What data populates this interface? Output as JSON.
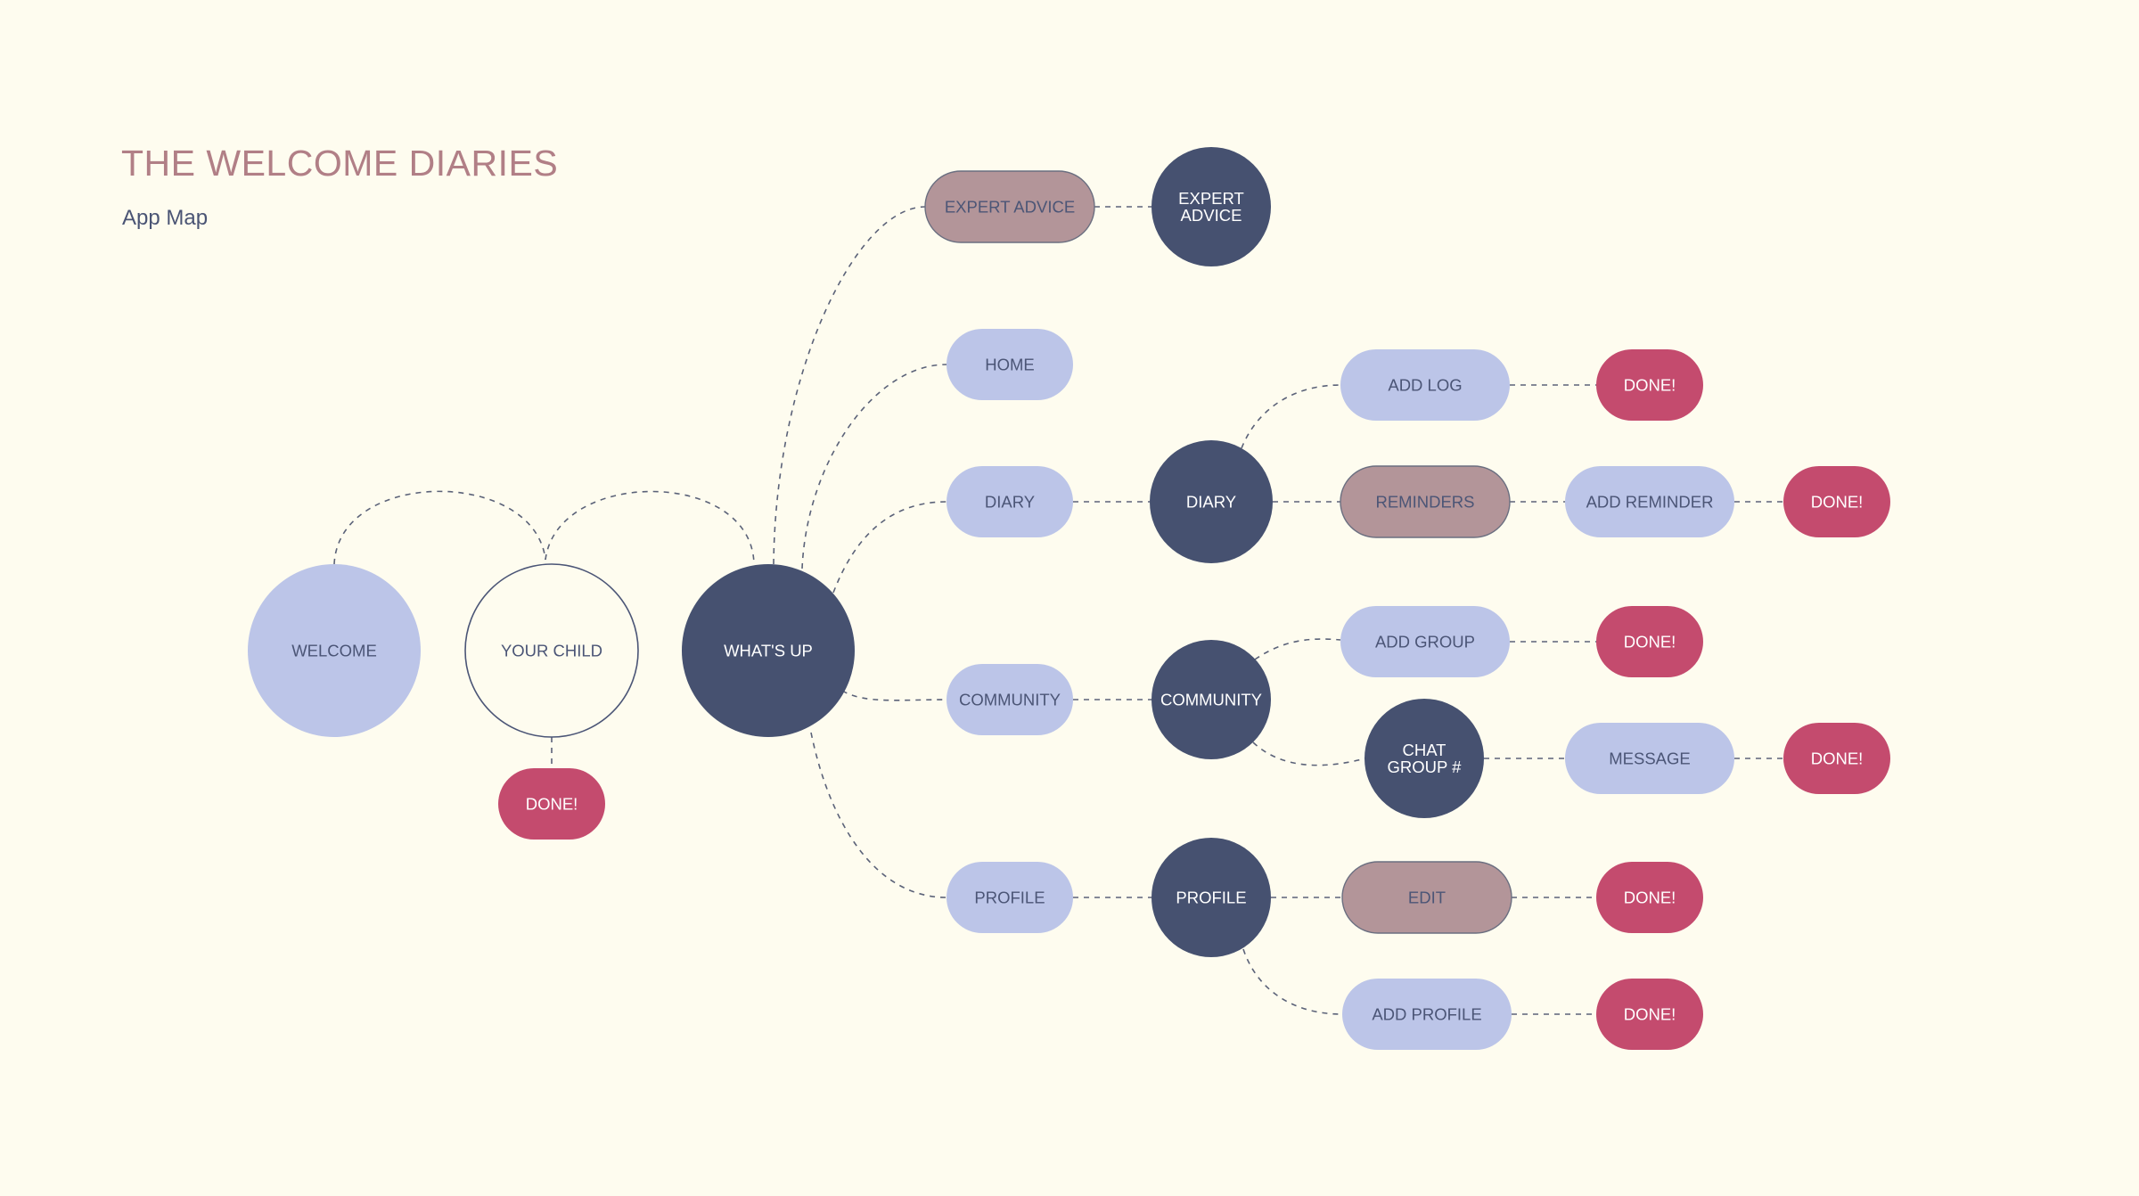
{
  "header": {
    "title": "THE WELCOME DIARIES",
    "subtitle": "App Map"
  },
  "colors": {
    "background": "#fefcef",
    "screen_light": "#bcc5e8",
    "screen_dark": "#465170",
    "action_muted": "#b39599",
    "done": "#c44b6e",
    "connector": "#5b6278",
    "title": "#b17f86"
  },
  "nodes": [
    {
      "id": "welcome",
      "label": "WELCOME",
      "kind": "light"
    },
    {
      "id": "your_child",
      "label": "YOUR CHILD",
      "kind": "outline"
    },
    {
      "id": "done_child",
      "label": "DONE!",
      "kind": "done"
    },
    {
      "id": "whats_up",
      "label": "WHAT'S UP",
      "kind": "dark"
    },
    {
      "id": "expert_advice_pill",
      "label": "EXPERT ADVICE",
      "kind": "muted"
    },
    {
      "id": "expert_advice",
      "label": "EXPERT\nADVICE",
      "kind": "dark"
    },
    {
      "id": "home",
      "label": "HOME",
      "kind": "light"
    },
    {
      "id": "diary_pill",
      "label": "DIARY",
      "kind": "light"
    },
    {
      "id": "diary",
      "label": "DIARY",
      "kind": "dark"
    },
    {
      "id": "add_log",
      "label": "ADD LOG",
      "kind": "light"
    },
    {
      "id": "done_log",
      "label": "DONE!",
      "kind": "done"
    },
    {
      "id": "reminders",
      "label": "REMINDERS",
      "kind": "muted"
    },
    {
      "id": "add_reminder",
      "label": "ADD REMINDER",
      "kind": "light"
    },
    {
      "id": "done_reminder",
      "label": "DONE!",
      "kind": "done"
    },
    {
      "id": "community_pill",
      "label": "COMMUNITY",
      "kind": "light"
    },
    {
      "id": "community",
      "label": "COMMUNITY",
      "kind": "dark"
    },
    {
      "id": "add_group",
      "label": "ADD GROUP",
      "kind": "light"
    },
    {
      "id": "done_group",
      "label": "DONE!",
      "kind": "done"
    },
    {
      "id": "chat_group",
      "label": "CHAT\nGROUP #",
      "kind": "dark"
    },
    {
      "id": "message",
      "label": "MESSAGE",
      "kind": "light"
    },
    {
      "id": "done_message",
      "label": "DONE!",
      "kind": "done"
    },
    {
      "id": "profile_pill",
      "label": "PROFILE",
      "kind": "light"
    },
    {
      "id": "profile",
      "label": "PROFILE",
      "kind": "dark"
    },
    {
      "id": "edit",
      "label": "EDIT",
      "kind": "muted"
    },
    {
      "id": "done_edit",
      "label": "DONE!",
      "kind": "done"
    },
    {
      "id": "add_profile",
      "label": "ADD PROFILE",
      "kind": "light"
    },
    {
      "id": "done_profile",
      "label": "DONE!",
      "kind": "done"
    }
  ],
  "edges": [
    [
      "welcome",
      "your_child"
    ],
    [
      "your_child",
      "whats_up"
    ],
    [
      "your_child",
      "done_child"
    ],
    [
      "whats_up",
      "expert_advice_pill"
    ],
    [
      "expert_advice_pill",
      "expert_advice"
    ],
    [
      "whats_up",
      "home"
    ],
    [
      "whats_up",
      "diary_pill"
    ],
    [
      "diary_pill",
      "diary"
    ],
    [
      "diary",
      "add_log"
    ],
    [
      "add_log",
      "done_log"
    ],
    [
      "diary",
      "reminders"
    ],
    [
      "reminders",
      "add_reminder"
    ],
    [
      "add_reminder",
      "done_reminder"
    ],
    [
      "whats_up",
      "community_pill"
    ],
    [
      "community_pill",
      "community"
    ],
    [
      "community",
      "add_group"
    ],
    [
      "add_group",
      "done_group"
    ],
    [
      "community",
      "chat_group"
    ],
    [
      "chat_group",
      "message"
    ],
    [
      "message",
      "done_message"
    ],
    [
      "whats_up",
      "profile_pill"
    ],
    [
      "profile_pill",
      "profile"
    ],
    [
      "profile",
      "edit"
    ],
    [
      "edit",
      "done_edit"
    ],
    [
      "profile",
      "add_profile"
    ],
    [
      "add_profile",
      "done_profile"
    ]
  ]
}
